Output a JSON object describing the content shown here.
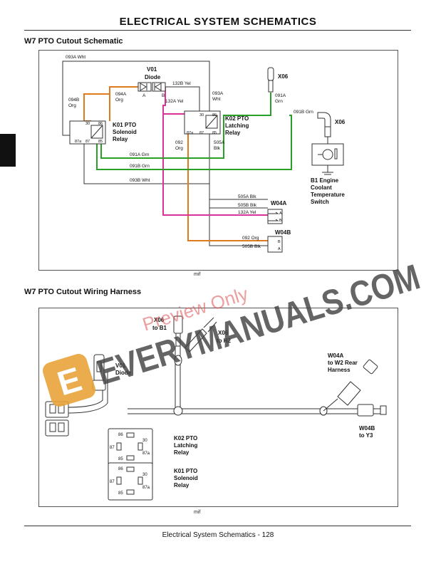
{
  "header": {
    "title": "ELECTRICAL   SYSTEM SCHEMATICS"
  },
  "schematic": {
    "title": "W7 PTO Cutout Schematic",
    "labels": {
      "w093a": "093A Wht",
      "v01_a": "V01",
      "v01_b": "Diode",
      "pin_a": "A",
      "pin_b": "B",
      "w132b": "132B Yel",
      "w094a_1": "094A",
      "w094a_2": "Org",
      "w094b_1": "094B",
      "w094b_2": "Org",
      "w132a": "132A Yel",
      "w093a2_1": "093A",
      "w093a2_2": "Wht",
      "x06_top": "X06",
      "w091a_1": "091A",
      "w091a_2": "Grn",
      "k01_1": "K01 PTO",
      "k01_2": "Solenoid",
      "k01_3": "Relay",
      "k02_1": "K02 PTO",
      "k02_2": "Latching",
      "k02_3": "Relay",
      "k01_p30": "30",
      "k01_p86": "86",
      "k01_p87a": "87a",
      "k01_p87": "87",
      "k01_p85": "85",
      "k02_p30": "30",
      "k02_p86": "86",
      "k02_p87a": "87a",
      "k02_p87": "87",
      "k02_p85": "85",
      "w091bgrn": "091B Grn",
      "x06_right": "X06",
      "w092_1": "092",
      "w092_2": "Org",
      "w505a_1": "505A",
      "w505a_2": "Blk",
      "w091a_grn": "091A Grn",
      "w091b_grn": "091B Grn",
      "w093b": "093B Wht",
      "b1_1": "B1 Engine",
      "b1_2": "Coolant",
      "b1_3": "Temperature",
      "b1_4": "Switch",
      "w505a_blk": "505A Blk",
      "w505b_blk": "505B Blk",
      "w132a_yel": "132A Yel",
      "w04a": "W04A",
      "w04a_a": "A",
      "w04a_b": "B",
      "w04b": "W04B",
      "w092_org": "092 Org",
      "w505b_blk2": "505B Blk",
      "w04b_b": "B",
      "w04b_a": "A"
    },
    "footer": "mif"
  },
  "harness": {
    "title": "W7 PTO Cutout Wiring Harness",
    "labels": {
      "x06b1_1": "X06",
      "x06b1_2": "to B1",
      "x06h2_1": "X06",
      "x06h2_2": "to H2",
      "v01_1": "V01",
      "v01_2": "Diode",
      "w04a_1": "W04A",
      "w04a_2": "to W2 Rear",
      "w04a_3": "Harness",
      "w04b_1": "W04B",
      "w04b_2": "to Y3",
      "k02_1": "K02 PTO",
      "k02_2": "Latching",
      "k02_3": "Relay",
      "k01_1": "K01 PTO",
      "k01_2": "Solenoid",
      "k01_3": "Relay",
      "r_86": "86",
      "r_30": "30",
      "r_87": "87",
      "r_87a": "87a",
      "r_85": "85",
      "s_86": "86",
      "s_30": "30",
      "s_87": "87",
      "s_87a": "87a",
      "s_85": "85"
    },
    "footer": "mif"
  },
  "watermark": {
    "brand": "EVERYMANUALS.COM",
    "preview": "Preview Only",
    "logo_letter": "E"
  },
  "footer": {
    "text": "Electrical   System Schematics  - 128"
  },
  "colors": {
    "orange": "#e07a1f",
    "magenta": "#d9339a",
    "green": "#2aa02a",
    "wire": "#333333"
  }
}
